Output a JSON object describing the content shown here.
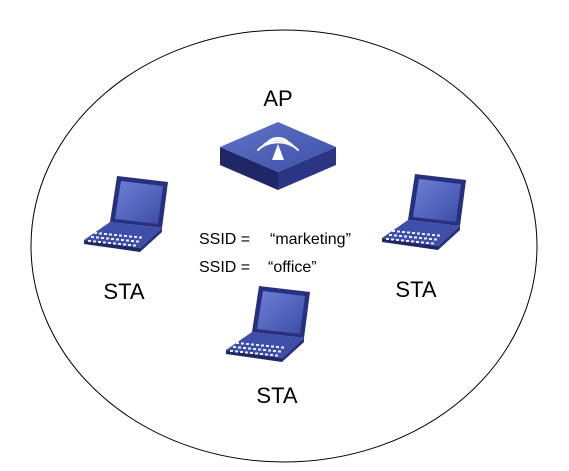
{
  "diagram": {
    "ap_label": "AP",
    "sta_labels": [
      "STA",
      "STA",
      "STA"
    ],
    "ssids": [
      {
        "prefix": "SSID =",
        "value": "“marketing”"
      },
      {
        "prefix": "SSID =",
        "value": "“office”"
      }
    ],
    "colors": {
      "device_dark": "#2B3586",
      "device_mid": "#4558B3",
      "device_light": "#7D8FD6",
      "screen": "#5A6CC8",
      "outline": "#000000"
    },
    "icons": [
      "access-point-icon",
      "laptop-icon",
      "wifi-signal-icon"
    ]
  }
}
